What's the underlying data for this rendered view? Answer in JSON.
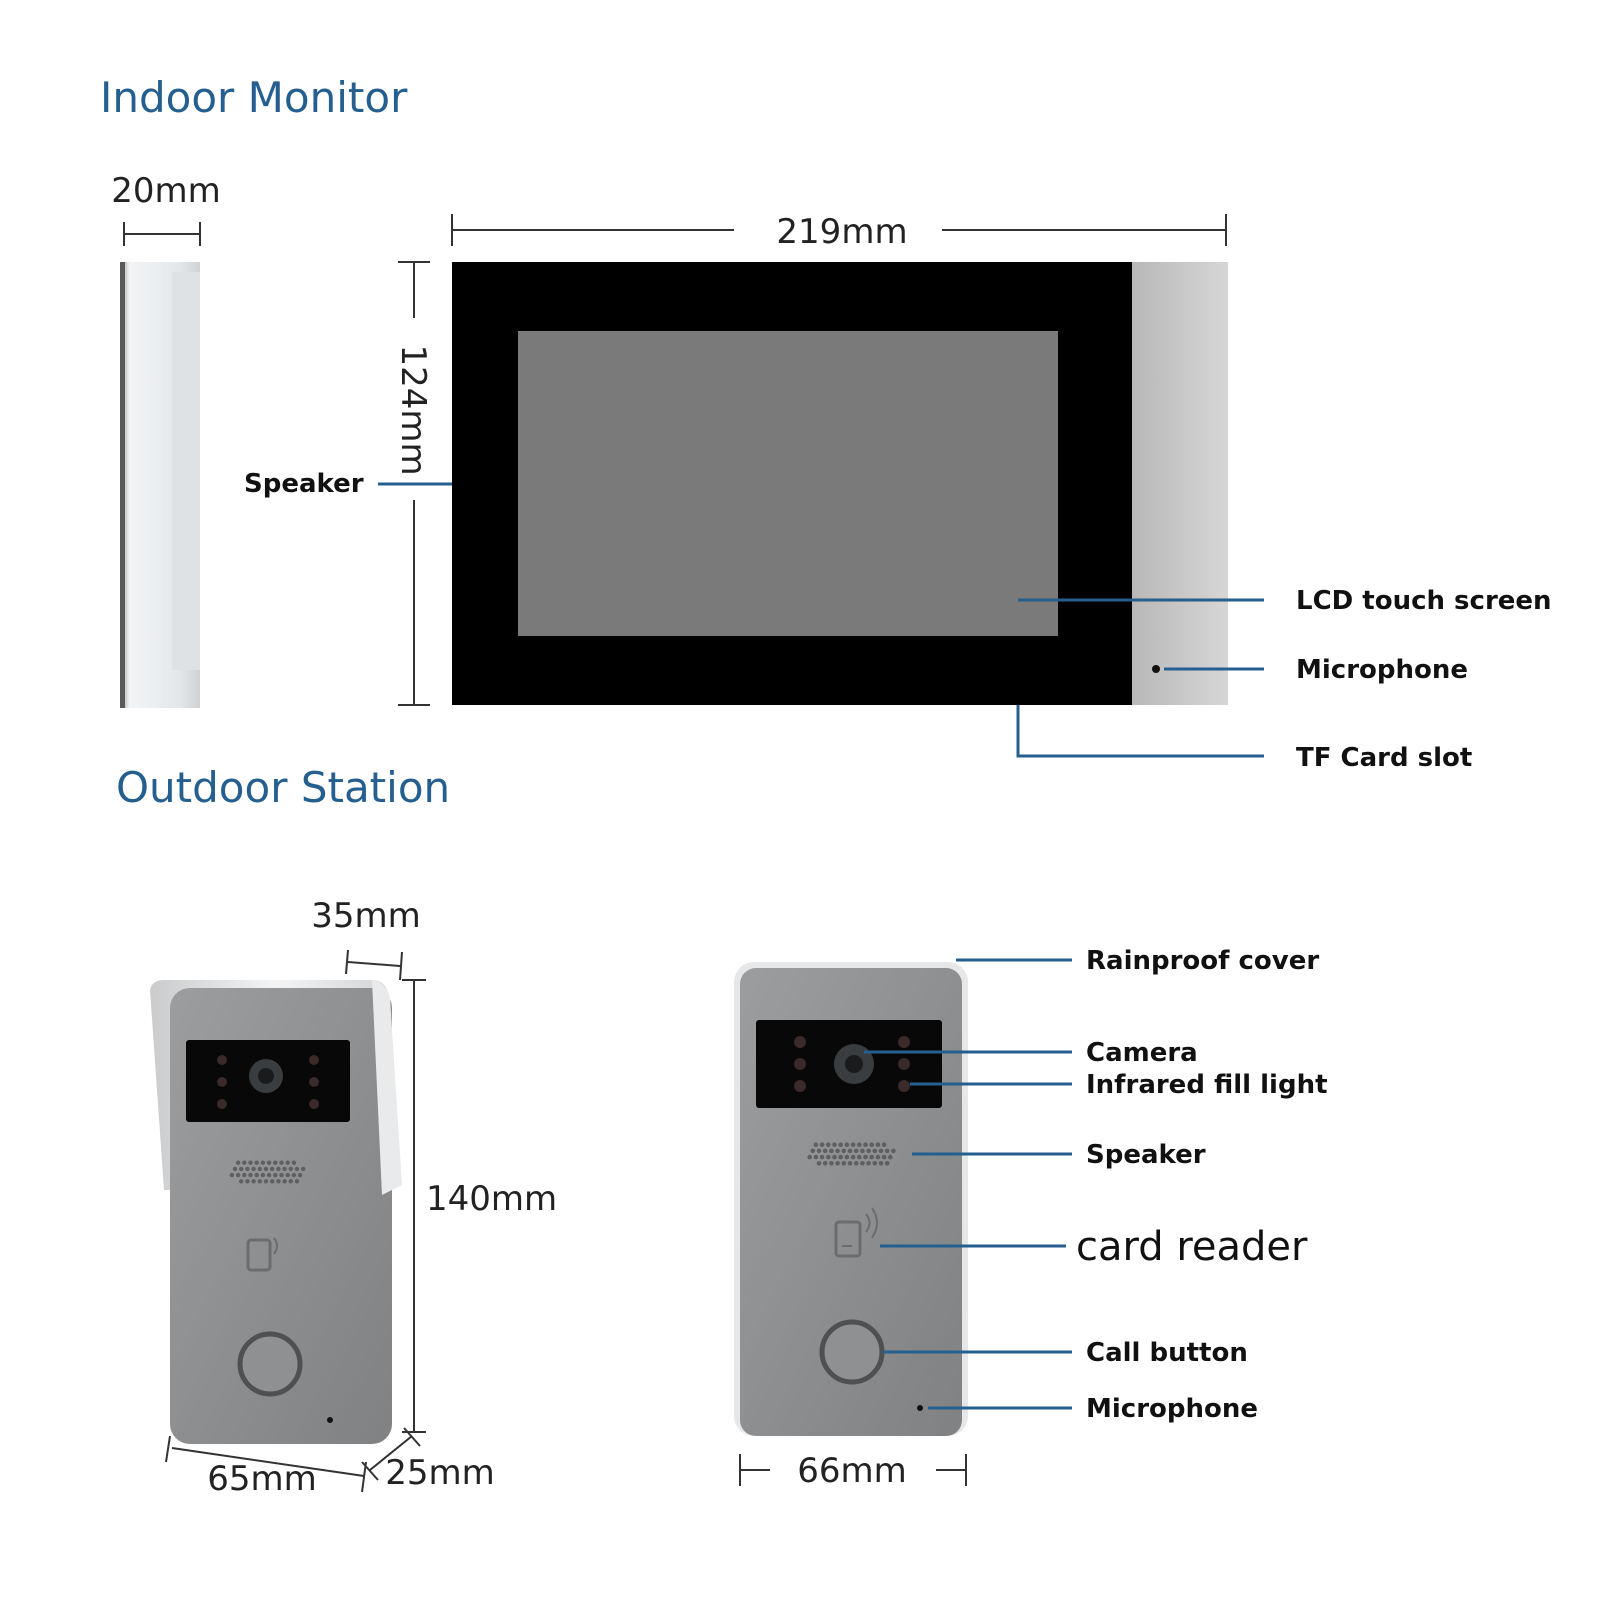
{
  "colors": {
    "heading": "#245f8f",
    "leader": "#245f8f",
    "bezel": "#000000",
    "screen": "#7a7a7a",
    "side_strip": "#bdbdbd",
    "panel": "#8a8c8e",
    "cover": "#e8e8e8"
  },
  "indoor": {
    "title": "Indoor Monitor",
    "dims": {
      "depth": "20mm",
      "width": "219mm",
      "height": "124mm"
    },
    "labels": {
      "speaker": "Speaker",
      "lcd": "LCD touch screen",
      "microphone": "Microphone",
      "tf_card": "TF Card slot"
    }
  },
  "outdoor": {
    "title": "Outdoor Station",
    "dims": {
      "depth": "35mm",
      "height": "140mm",
      "width": "65mm",
      "thickness": "25mm",
      "front_width": "66mm"
    },
    "labels": {
      "rainproof": "Rainproof cover",
      "camera": "Camera",
      "infrared": "Infrared fill light",
      "speaker": "Speaker",
      "card_reader": "card reader",
      "call_button": "Call button",
      "microphone": "Microphone"
    }
  }
}
